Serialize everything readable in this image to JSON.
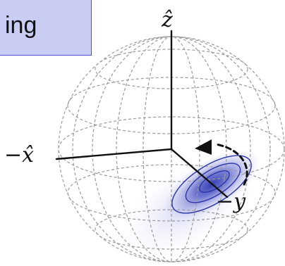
{
  "title_box": {
    "text": "ing"
  },
  "axes": {
    "z_label": "ẑ",
    "x_label": "−x̂",
    "y_label": "−y"
  },
  "colors": {
    "title_fill": "#c9cdf3",
    "title_border": "#4a55c6",
    "grid": "#9a9a9a",
    "blob": "#3a44b8",
    "contour": "#2a35a8",
    "axis": "#111111"
  }
}
